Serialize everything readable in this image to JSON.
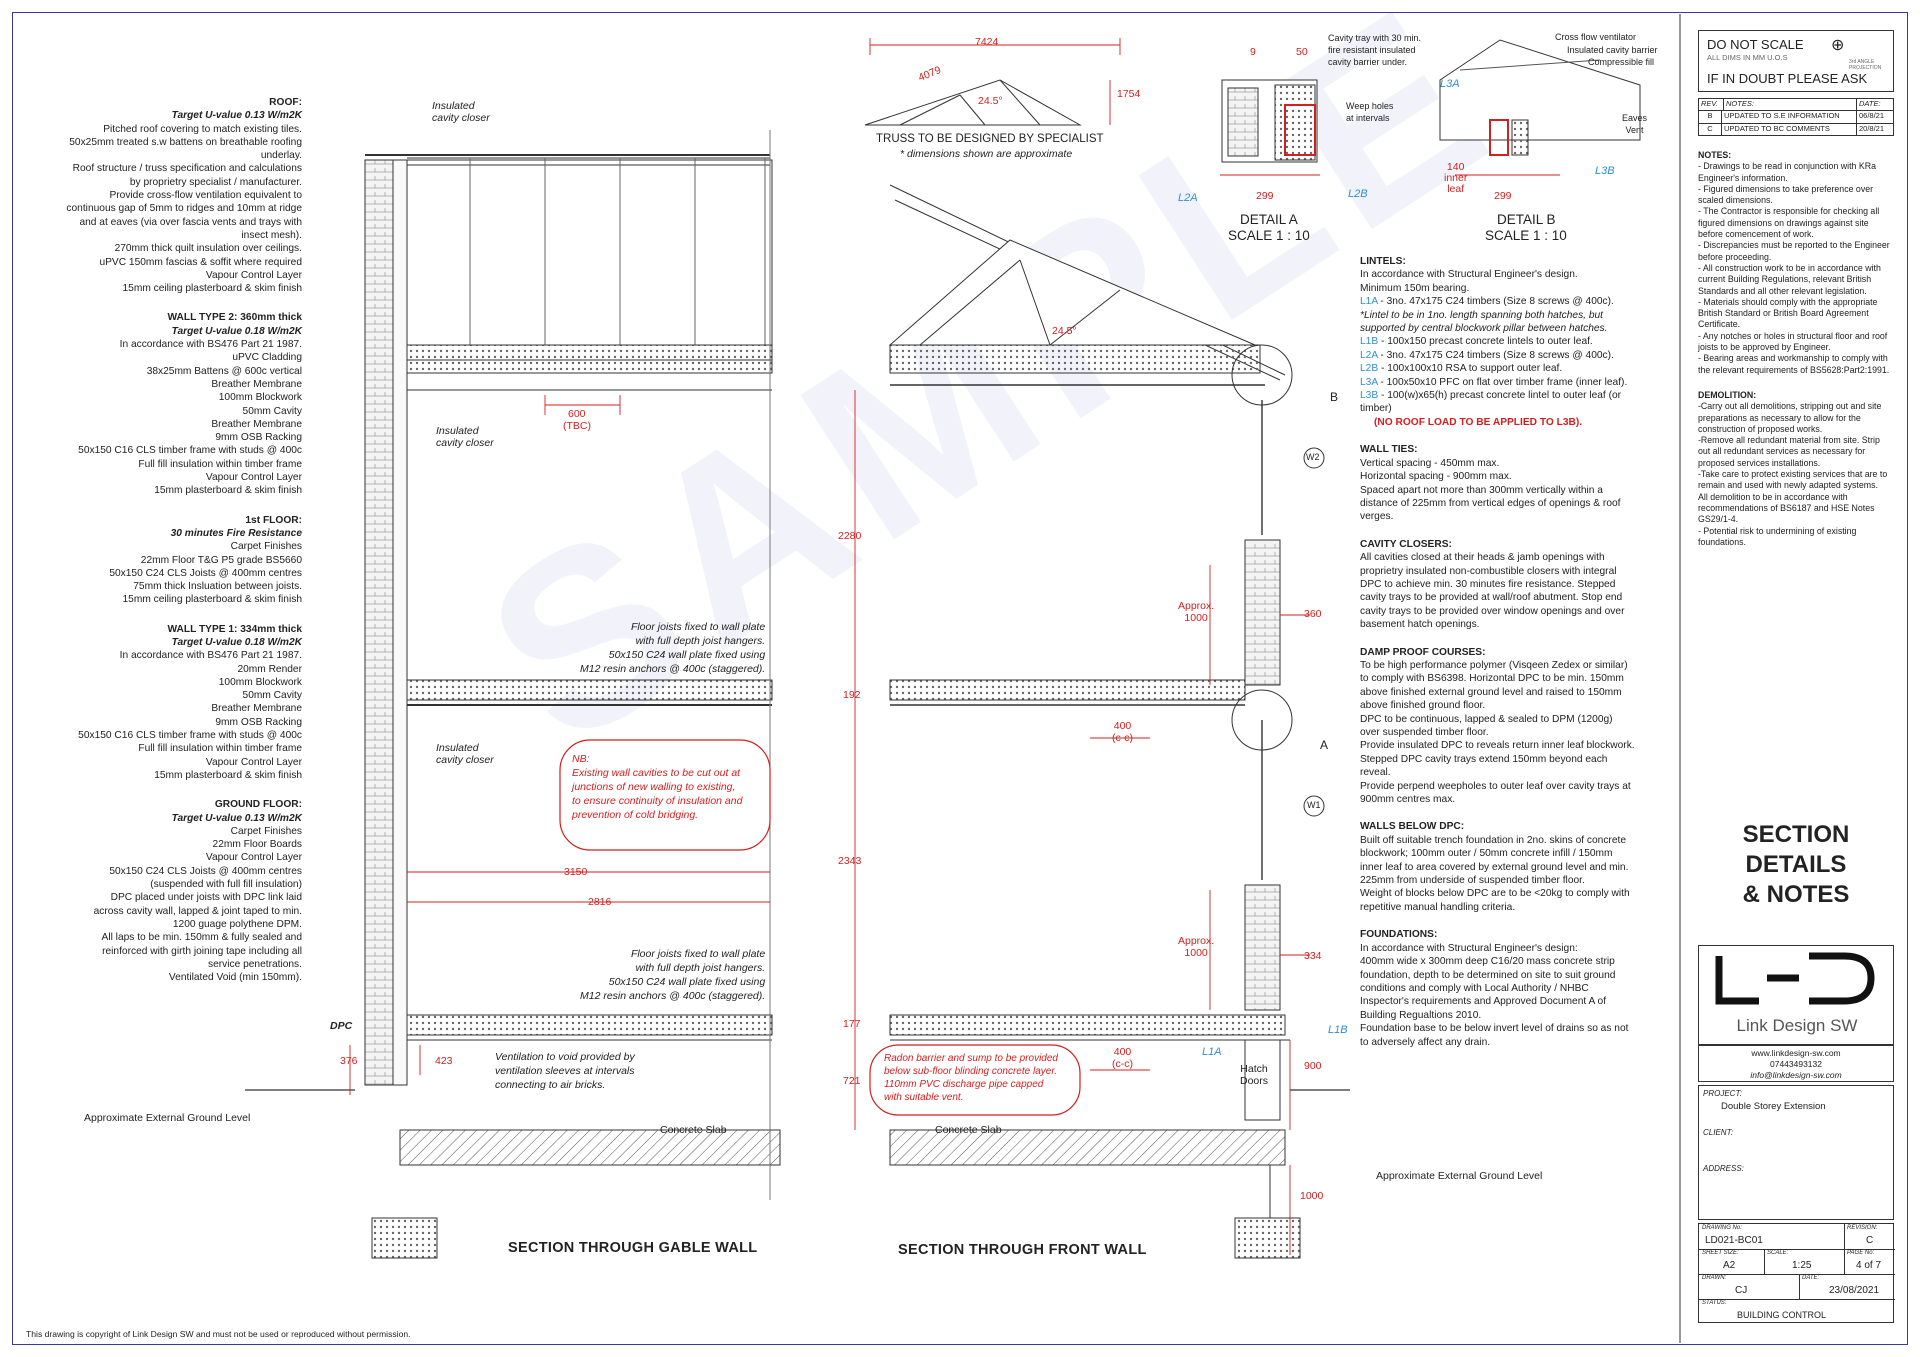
{
  "roof_notes": {
    "heading": "ROOF:",
    "target": "Target U-value 0.13 W/m2K",
    "lines": [
      "Pitched roof covering to match existing tiles.",
      "50x25mm treated s.w battens on breathable roofing",
      "underlay.",
      "Roof structure / truss specification and calculations",
      "by proprietry specialist / manufacturer.",
      "Provide cross-flow ventilation equivalent to",
      "continuous gap of 5mm to ridges and 10mm at ridge",
      "and at eaves (via over fascia vents and trays with",
      "insect mesh).",
      "270mm thick quilt insulation over ceilings.",
      "uPVC 150mm fascias & soffit where required",
      "Vapour Control Layer",
      "15mm ceiling plasterboard & skim finish"
    ]
  },
  "wall2_notes": {
    "heading": "WALL TYPE 2: 360mm thick",
    "target": "Target U-value 0.18 W/m2K",
    "lines": [
      "In accordance with BS476 Part 21 1987.",
      "uPVC Cladding",
      "38x25mm Battens @ 600c vertical",
      "Breather Membrane",
      "100mm Blockwork",
      "50mm Cavity",
      "Breather Membrane",
      "9mm OSB Racking",
      "50x150 C16 CLS timber frame with studs @ 400c",
      "Full fill insulation within timber frame",
      "Vapour Control Layer",
      "15mm plasterboard & skim finish"
    ]
  },
  "floor1_notes": {
    "heading": "1st FLOOR:",
    "target": "30 minutes Fire Resistance",
    "lines": [
      "Carpet Finishes",
      "22mm Floor T&G P5 grade BS5660",
      "50x150 C24 CLS Joists @ 400mm centres",
      "75mm thick Insluation between joists.",
      "15mm ceiling plasterboard & skim finish"
    ]
  },
  "wall1_notes": {
    "heading": "WALL TYPE 1: 334mm thick",
    "target": "Target U-value 0.18 W/m2K",
    "lines": [
      "In accordance with BS476 Part 21 1987.",
      "20mm Render",
      "100mm Blockwork",
      "50mm Cavity",
      "Breather Membrane",
      "9mm OSB Racking",
      "50x150 C16 CLS timber frame with studs @ 400c",
      "Full fill insulation within timber frame",
      "Vapour Control Layer",
      "15mm plasterboard & skim finish"
    ]
  },
  "ground_notes": {
    "heading": "GROUND FLOOR:",
    "target": "Target U-value 0.13 W/m2K",
    "lines": [
      "Carpet Finishes",
      "22mm Floor Boards",
      "Vapour Control Layer",
      "50x150 C24 CLS Joists @ 400mm centres",
      "(suspended with full fill insulation)",
      "DPC placed under joists with DPC link laid",
      "across cavity wall, lapped & joint taped to min.",
      "1200 guage polythene DPM.",
      "All laps to be min. 150mm & fully sealed and",
      "reinforced with girth joining tape including all",
      "service penetrations.",
      "Ventilated Void (min 150mm)."
    ]
  },
  "gable": {
    "title": "SECTION THROUGH GABLE WALL",
    "closer1": "Insulated\ncavity closer",
    "closer2": "Insulated\ncavity closer",
    "closer3": "Insulated\ncavity closer",
    "joist_note_upper": "Floor joists fixed to wall plate\nwith full depth joist hangers.\n50x150 C24 wall plate fixed using\nM12 resin anchors @ 400c (staggered).",
    "joist_note_lower": "Floor joists fixed to wall plate\nwith full depth joist hangers.\n50x150 C24 wall plate fixed using\nM12 resin anchors @ 400c (staggered).",
    "nb": "NB:\nExisting wall cavities to be cut out at\njunctions of new walling to existing,\nto ensure continuity of insulation and\nprevention of cold bridging.",
    "vent_note": "Ventilation to void provided by\nventilation sleeves at intervals\nconnecting to air bricks.",
    "dpc": "DPC",
    "ground_level": "Approximate External Ground Level",
    "concrete_slab": "Concrete Slab",
    "dims": {
      "d600": "600",
      "tbc": "(TBC)",
      "d3150": "3150",
      "d2816": "2816",
      "d376": "376",
      "d423": "423"
    }
  },
  "front": {
    "title": "SECTION THROUGH FRONT WALL",
    "truss_note": "TRUSS TO BE DESIGNED BY SPECIALIST",
    "truss_sub": "* dimensions shown are approximate",
    "dims": {
      "d7424": "7424",
      "d4079": "4079",
      "a245": "24.5°",
      "d1754": "1754",
      "a245b": "24.5°",
      "d2280": "2280",
      "d192": "192",
      "d2343": "2343",
      "d177": "177",
      "d721": "721",
      "d360": "360",
      "d334": "334",
      "d900": "900",
      "d1000": "1000",
      "approx1": "Approx.\n1000",
      "approx2": "Approx.\n1000",
      "d400a": "400\n(c-c)",
      "d400b": "400\n(c-c)"
    },
    "refB": "B",
    "refA": "A",
    "refW2": "W2",
    "refW1": "W1",
    "radon": "Radon barrier and sump to be provided\nbelow sub-floor blinding concrete layer.\n110mm PVC discharge pipe capped\nwith suitable vent.",
    "hatch": "Hatch\nDoors",
    "l1a": "L1A",
    "l1b": "L1B",
    "concrete_slab": "Concrete Slab",
    "ground_level": "Approximate External Ground Level"
  },
  "detailA": {
    "title": "DETAIL A",
    "scale": "SCALE 1 : 10",
    "d9": "9",
    "d50": "50",
    "d299": "299",
    "tray": "Cavity tray with 30 min.\nfire resistant insulated\ncavity barrier under.",
    "weep": "Weep holes\nat intervals",
    "l2a": "L2A",
    "l2b": "L2B"
  },
  "detailB": {
    "title": "DETAIL B",
    "scale": "SCALE 1 : 10",
    "cross": "Cross flow ventilator",
    "barrier": "Insulated cavity barrier",
    "fill": "Compressible fill",
    "eaves": "Eaves\nVent",
    "d140": "140\ninner\nleaf",
    "d299": "299",
    "l3a": "L3A",
    "l3b": "L3B"
  },
  "lintels": {
    "heading": "LINTELS:",
    "lines": [
      {
        "t": "In accordance with Structural Engineer's design."
      },
      {
        "t": "Minimum 150m bearing."
      },
      {
        "tag": "L1A",
        "t": " - 3no. 47x175 C24 timbers (Size 8 screws @ 400c)."
      },
      {
        "t": "*Lintel to be in 1no. length spanning both hatches, but supported by central blockwork pillar between hatches.",
        "ital": true
      },
      {
        "tag": "L1B",
        "t": " - 100x150 precast concrete lintels to outer leaf."
      },
      {
        "tag": "L2A",
        "t": " - 3no. 47x175 C24 timbers (Size 8 screws @ 400c)."
      },
      {
        "tag": "L2B",
        "t": " - 100x100x10 RSA to support outer leaf."
      },
      {
        "tag": "L3A",
        "t": " - 100x50x10 PFC on flat over timber frame (inner leaf)."
      },
      {
        "tag": "L3B",
        "t": " - 100(w)x65(h) precast concrete lintel to outer leaf (or timber)"
      }
    ],
    "warning": "(NO ROOF LOAD TO BE APPLIED TO L3B)."
  },
  "wallties": {
    "heading": "WALL TIES:",
    "text": "Vertical spacing - 450mm max.\nHorizontal spacing - 900mm max.\nSpaced apart not more than 300mm vertically within a distance of 225mm from vertical edges of openings & roof verges."
  },
  "closers": {
    "heading": "CAVITY CLOSERS:",
    "text": "All cavities closed at their heads & jamb openings with proprietry insulated non-combustible closers with integral DPC to achieve min. 30 minutes fire resistance. Stepped cavity trays to be provided at wall/roof abutment. Stop end cavity trays to be provided over window openings and over basement hatch openings."
  },
  "dpc": {
    "heading": "DAMP PROOF COURSES:",
    "text": "To be high performance polymer (Visqeen Zedex or similar) to comply with BS6398. Horizontal DPC to be min. 150mm above finished external ground level and raised to 150mm above finished ground floor.\nDPC to be continuous,  lapped & sealed to DPM (1200g) over suspended timber floor.\nProvide insulated DPC to reveals return inner leaf blockwork. Stepped DPC cavity trays extend 150mm beyond each reveal.\nProvide perpend weepholes to outer leaf over cavity trays at 900mm centres max."
  },
  "belowdpc": {
    "heading": "WALLS BELOW DPC:",
    "text": "Built off suitable trench foundation in 2no. skins of concrete blockwork; 100mm outer / 50mm concrete infill / 150mm inner leaf to area covered by external ground level and min. 225mm from underside of suspended timber floor.\nWeight of blocks below DPC are to be <20kg to comply with repetitive manual handling criteria."
  },
  "foundations": {
    "heading": "FOUNDATIONS:",
    "text": "In accordance with Structural Engineer's design:\n400mm wide x 300mm deep C16/20 mass concrete strip foundation, depth to be determined on site to suit ground conditions and comply with Local Authority / NHBC Inspector's requirements and Approved Document A of Building Regualtions 2010.\nFoundation base to be below invert level of drains so as not to adversely affect any drain."
  },
  "panel": {
    "do_not_scale": "DO NOT SCALE",
    "dims_mm": "ALL DIMS IN MM U.O.S",
    "projection": "3rd ANGLE PROJECTION",
    "if_doubt": "IF IN DOUBT PLEASE ASK",
    "rev_headers": [
      "REV.",
      "NOTES:",
      "DATE:"
    ],
    "revisions": [
      {
        "rev": "B",
        "note": "UPDATED TO S.E INFORMATION",
        "date": "06/8/21"
      },
      {
        "rev": "C",
        "note": "UPDATED TO BC COMMENTS",
        "date": "20/8/21"
      }
    ],
    "notes_heading": "NOTES:",
    "notes": [
      "- Drawings to be read in conjunction with KRa  Engineer's information.",
      "- Figured dimensions to take preference over scaled dimensions.",
      "- The Contractor is responsible for checking all figured dimensions on drawings against site before comencement of work.",
      "- Discrepancies must be reported to the Engineer before proceeding.",
      "- All construction work to be in accordance with current Building Regulations, relevant British Standards and all other relevant legislation.",
      "- Materials should comply with the appropriate British Standard or British Board Agreement Certificate.",
      "- Any notches or holes in structural floor and roof joists to be approved by Engineer.",
      "- Bearing areas and workmanship to comply with the relevant requirements of BS5628:Part2:1991."
    ],
    "demo_heading": "DEMOLITION:",
    "demolition": [
      "-Carry out all demolitions, stripping out and site preparations as necessary to allow for the construction of proposed works.",
      "-Remove all redundant material from site. Strip out all redundant services as necessary for proposed services installations.",
      "-Take care to protect existing services that are to remain and used with newly adapted systems.",
      "All demolition to be in accordance with recommendations of BS6187 and HSE Notes GS29/1-4.",
      "- Potential risk to undermining of existing foundations."
    ],
    "section_title": [
      "SECTION",
      "DETAILS",
      "& NOTES"
    ],
    "company": "Link Design SW",
    "website": "www.linkdesign-sw.com",
    "phone": "07443493132",
    "email": "info@linkdesign-sw.com",
    "project_label": "PROJECT:",
    "project": "Double Storey Extension",
    "client_label": "CLIENT:",
    "address_label": "ADDRESS:",
    "drawing_no_label": "DRAWING No:",
    "drawing_no": "LD021-BC01",
    "revision_label": "REVISION:",
    "revision": "C",
    "sheet_label": "SHEET SIZE:",
    "sheet": "A2",
    "scale_label": "SCALE:",
    "scale": "1:25",
    "page_label": "PAGE No:",
    "page": "4 of 7",
    "drawn_label": "DRAWN:",
    "drawn": "CJ",
    "date_label": "DATE:",
    "date": "23/08/2021",
    "status_label": "STATUS:",
    "status": "BUILDING CONTROL"
  },
  "watermark": "SAMPLE",
  "copyright": "This drawing is copyright of Link Design SW and must not be used or reproduced without permission.",
  "colors": {
    "border": "#3a3a9a",
    "dim": "#d21f1f",
    "tag": "#2f8ed6",
    "insul": "#ececec"
  }
}
